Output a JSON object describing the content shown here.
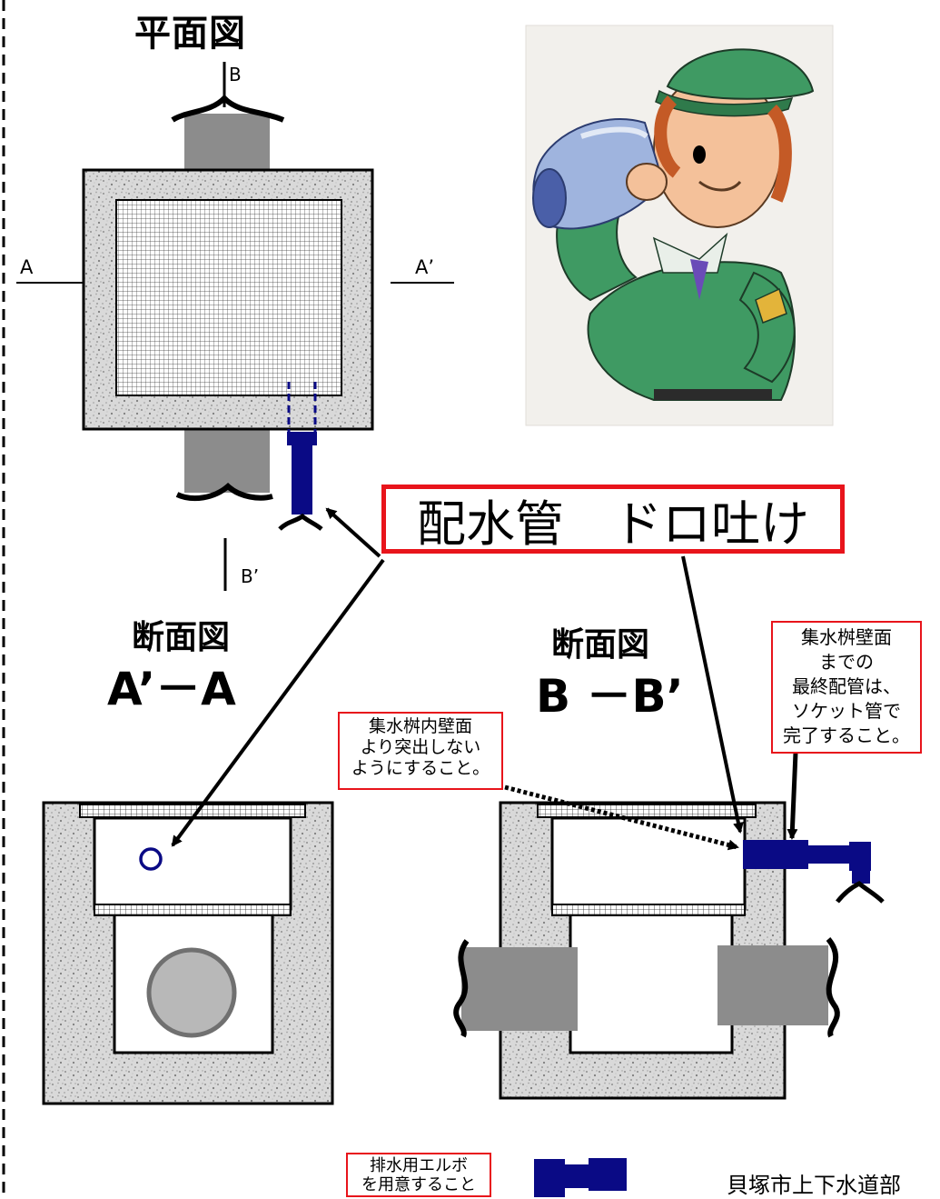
{
  "plan_title": "平面図",
  "labels": {
    "B": "B",
    "B_prime": "B’",
    "A": "A",
    "A_prime": "A’"
  },
  "section_aa": {
    "title": "断面図",
    "code": "A’－A"
  },
  "section_bb": {
    "title": "断面図",
    "code": "B －B’"
  },
  "main_label": "配水管　ドロ吐け",
  "note_inner_wall": [
    "集水桝内壁面",
    "より突出しない",
    "ようにすること。"
  ],
  "note_socket": [
    "集水桝壁面",
    "までの",
    "最終配管は、",
    "ソケット管で",
    "完了すること。"
  ],
  "note_elbow": [
    "排水用エルボ",
    "を用意すること"
  ],
  "credit": "貝塚市上下水道部",
  "colors": {
    "pipe_blue": "#0a0a85",
    "concrete_light": "#d6d6d6",
    "concrete_mid": "#a9a9a9",
    "sewer_gray": "#8c8c8c",
    "red_border": "#e8141b"
  },
  "icons": [
    "worker-drinking-illustration"
  ]
}
